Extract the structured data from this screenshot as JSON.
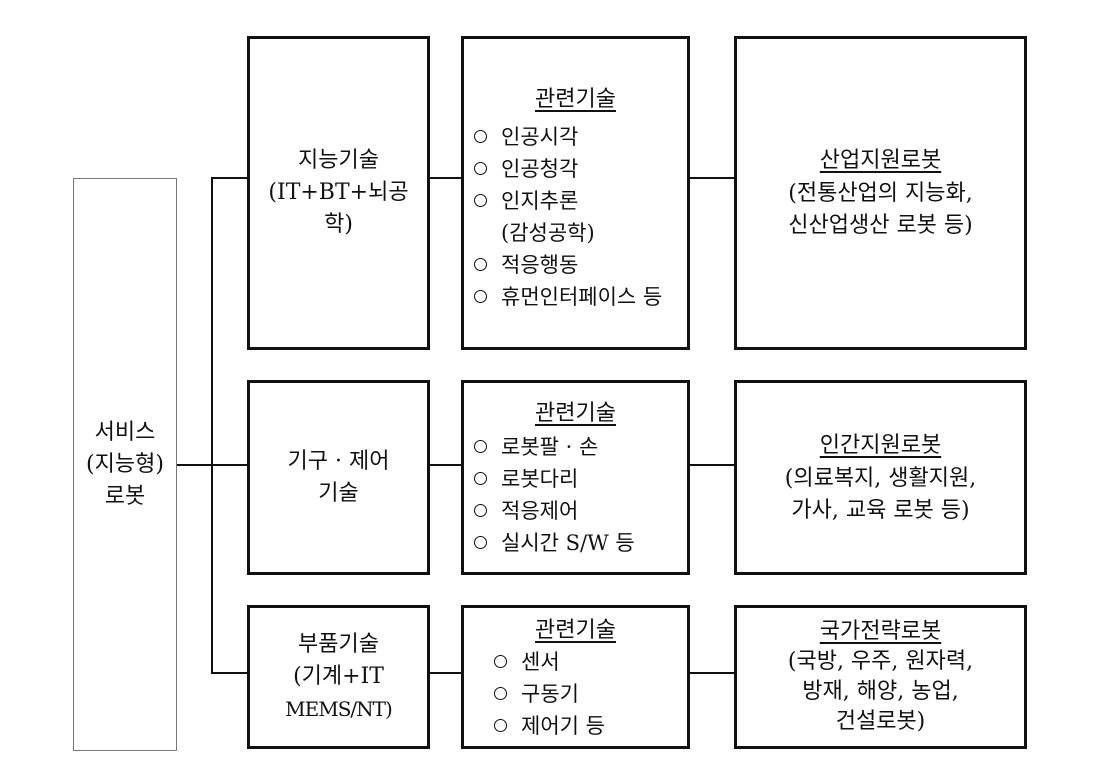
{
  "root": {
    "lines": [
      "서비스",
      "(지능형)",
      "로봇"
    ]
  },
  "rows": [
    {
      "category": {
        "lines": [
          "지능기술",
          "(IT+BT+뇌공",
          "학)"
        ]
      },
      "tech": {
        "title": "관련기술",
        "items": [
          {
            "text": "인공시각",
            "bullet": true
          },
          {
            "text": "인공청각",
            "bullet": true
          },
          {
            "text": "인지추론",
            "bullet": true
          },
          {
            "text": "(감성공학)",
            "bullet": false
          },
          {
            "text": "적응행동",
            "bullet": true
          },
          {
            "text": "휴먼인터페이스 등",
            "bullet": true
          }
        ]
      },
      "robot": {
        "title": "산업지원로봇",
        "lines": [
          "(전통산업의 지능화,",
          "신산업생산 로봇 등)"
        ]
      }
    },
    {
      "category": {
        "lines": [
          "기구 · 제어",
          "기술"
        ]
      },
      "tech": {
        "title": "관련기술",
        "items": [
          {
            "text": "로봇팔 · 손",
            "bullet": true
          },
          {
            "text": "로봇다리",
            "bullet": true
          },
          {
            "text": "적응제어",
            "bullet": true
          },
          {
            "text": "실시간 S/W 등",
            "bullet": true
          }
        ]
      },
      "robot": {
        "title": "인간지원로봇",
        "lines": [
          "(의료복지, 생활지원,",
          "가사, 교육 로봇 등)"
        ]
      }
    },
    {
      "category": {
        "lines": [
          "부품기술",
          "(기계+IT",
          "MEMS/NT)"
        ]
      },
      "tech": {
        "title": "관련기술",
        "items": [
          {
            "text": "센서",
            "bullet": true
          },
          {
            "text": "구동기",
            "bullet": true
          },
          {
            "text": "제어기 등",
            "bullet": true
          }
        ]
      },
      "robot": {
        "title": "국가전략로봇",
        "lines": [
          "(국방, 우주, 원자력,",
          "방재, 해양, 농업,",
          "건설로봇)"
        ]
      }
    }
  ]
}
